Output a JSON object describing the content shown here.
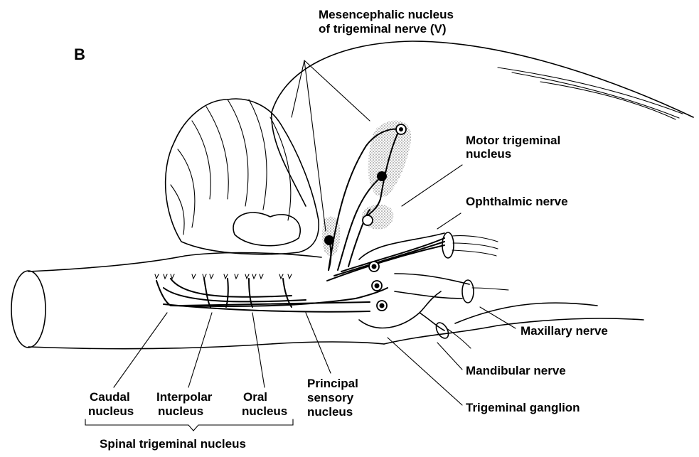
{
  "figure": {
    "panel_letter": "B",
    "labels": {
      "mesencephalic": [
        "Mesencephalic nucleus",
        "of trigeminal nerve (V)"
      ],
      "motor": [
        "Motor trigeminal",
        "nucleus"
      ],
      "ophthalmic": "Ophthalmic nerve",
      "maxillary": "Maxillary nerve",
      "mandibular": "Mandibular nerve",
      "ganglion": "Trigeminal ganglion",
      "principal": [
        "Principal",
        "sensory",
        "nucleus"
      ],
      "oral": [
        "Oral",
        "nucleus"
      ],
      "interpolar": [
        "Interpolar",
        "nucleus"
      ],
      "caudal": [
        "Caudal",
        "nucleus"
      ],
      "spinal": "Spinal trigeminal nucleus"
    }
  }
}
